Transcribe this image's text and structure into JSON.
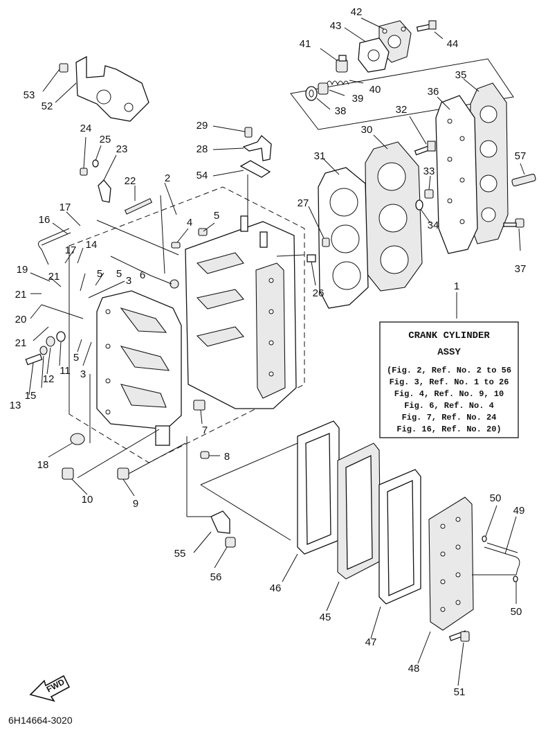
{
  "caption_box": {
    "ref": "1",
    "title_line1": "CRANK CYLINDER",
    "title_line2": "ASSY",
    "refs": [
      "(Fig. 2, Ref. No. 2 to 56",
      "Fig. 3, Ref. No. 1 to 26",
      "Fig. 4, Ref. No. 9, 10",
      "Fig. 6, Ref. No. 4",
      "Fig. 7, Ref. No. 24",
      "Fig. 16, Ref. No. 20)"
    ]
  },
  "fwd_label": "FWD",
  "drawing_code": "6H14664-3020",
  "callouts": [
    {
      "label": "42"
    },
    {
      "label": "43"
    },
    {
      "label": "44"
    },
    {
      "label": "41"
    },
    {
      "label": "40"
    },
    {
      "label": "39"
    },
    {
      "label": "38"
    },
    {
      "label": "35"
    },
    {
      "label": "36"
    },
    {
      "label": "32"
    },
    {
      "label": "30"
    },
    {
      "label": "31"
    },
    {
      "label": "33"
    },
    {
      "label": "34"
    },
    {
      "label": "57"
    },
    {
      "label": "37"
    },
    {
      "label": "27"
    },
    {
      "label": "26"
    },
    {
      "label": "29"
    },
    {
      "label": "28"
    },
    {
      "label": "54"
    },
    {
      "label": "53"
    },
    {
      "label": "52"
    },
    {
      "label": "24"
    },
    {
      "label": "25"
    },
    {
      "label": "23"
    },
    {
      "label": "22"
    },
    {
      "label": "2"
    },
    {
      "label": "4"
    },
    {
      "label": "5"
    },
    {
      "label": "6"
    },
    {
      "label": "17"
    },
    {
      "label": "16"
    },
    {
      "label": "14"
    },
    {
      "label": "17"
    },
    {
      "label": "19"
    },
    {
      "label": "21"
    },
    {
      "label": "5"
    },
    {
      "label": "5"
    },
    {
      "label": "3"
    },
    {
      "label": "21"
    },
    {
      "label": "20"
    },
    {
      "label": "21"
    },
    {
      "label": "11"
    },
    {
      "label": "12"
    },
    {
      "label": "13"
    },
    {
      "label": "15"
    },
    {
      "label": "5"
    },
    {
      "label": "3"
    },
    {
      "label": "7"
    },
    {
      "label": "8"
    },
    {
      "label": "18"
    },
    {
      "label": "10"
    },
    {
      "label": "9"
    },
    {
      "label": "55"
    },
    {
      "label": "56"
    },
    {
      "label": "46"
    },
    {
      "label": "45"
    },
    {
      "label": "47"
    },
    {
      "label": "48"
    },
    {
      "label": "51"
    },
    {
      "label": "50"
    },
    {
      "label": "49"
    },
    {
      "label": "50"
    }
  ]
}
